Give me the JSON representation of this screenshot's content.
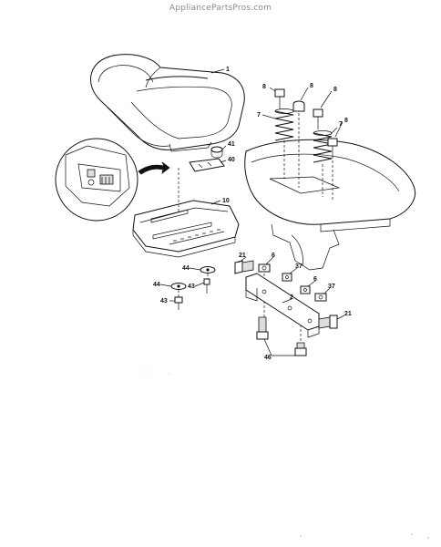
{
  "watermark": "AppliancePartsPros.com",
  "callouts": {
    "seat": "1",
    "bolt_top_left": "8",
    "bolt_top_mid": "8",
    "bolt_top_right": "8",
    "bolt_right": "8",
    "spring_left": "7",
    "spring_right": "7",
    "bumper": "41",
    "clip": "40",
    "seat_pan": "10",
    "bolt_21_left": "21",
    "nut_6_left": "6",
    "nut_37_left": "37",
    "nut_6_right": "6",
    "nut_37_right": "37",
    "bracket": "2",
    "bolt_21_right": "21",
    "washer_44_upper": "44",
    "washer_44_lower": "44",
    "screw_43_upper": "43",
    "screw_43_lower": "43",
    "bolt_46": "46"
  }
}
